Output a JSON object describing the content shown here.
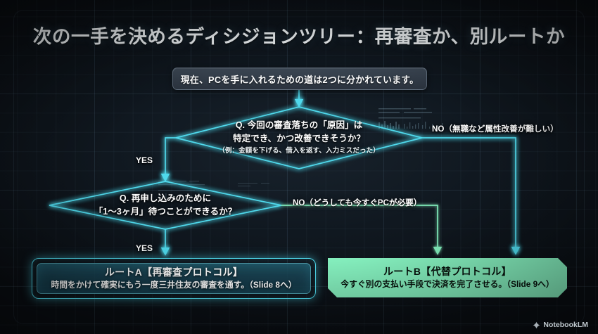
{
  "slide": {
    "title": "次の一手を決めるディシジョンツリー：再審査か、別ルートか",
    "colors": {
      "background": "#101820",
      "cyan": "#4fd9ec",
      "green": "#84eebd",
      "grid": "#78a0be",
      "text": "#ffffff"
    }
  },
  "start_box": {
    "text": "現在、PCを手に入れるための道は2つに分かれています。"
  },
  "decisions": [
    {
      "id": "decision-1",
      "line1": "Q. 今回の審査落ちの「原因」は",
      "line2": "特定でき、かつ改善できそうか？",
      "note": "（例：金額を下げる、借入を返す、入力ミスだった）"
    },
    {
      "id": "decision-2",
      "line1": "Q. 再申し込みのために",
      "line2": "「1〜3ヶ月」待つことができるか？",
      "note": ""
    }
  ],
  "edge_labels": {
    "yes_1": "YES",
    "no_1": "NO（無職など属性改善が難しい）",
    "yes_2": "YES",
    "no_2": "NO（どうしても今すぐPCが必要）"
  },
  "outcomes": {
    "route_a": {
      "title": "ルートA【再審査プロトコル】",
      "subtitle": "時間をかけて確実にもう一度三井住友の審査を通す。（Slide 8へ）"
    },
    "route_b": {
      "title": "ルートB【代替プロトコル】",
      "subtitle": "今すぐ別の支払い手段で決済を完了させる。（Slide 9へ）"
    }
  },
  "watermark": {
    "label": "NotebookLM",
    "icon": "notebooklm-logo-icon"
  }
}
